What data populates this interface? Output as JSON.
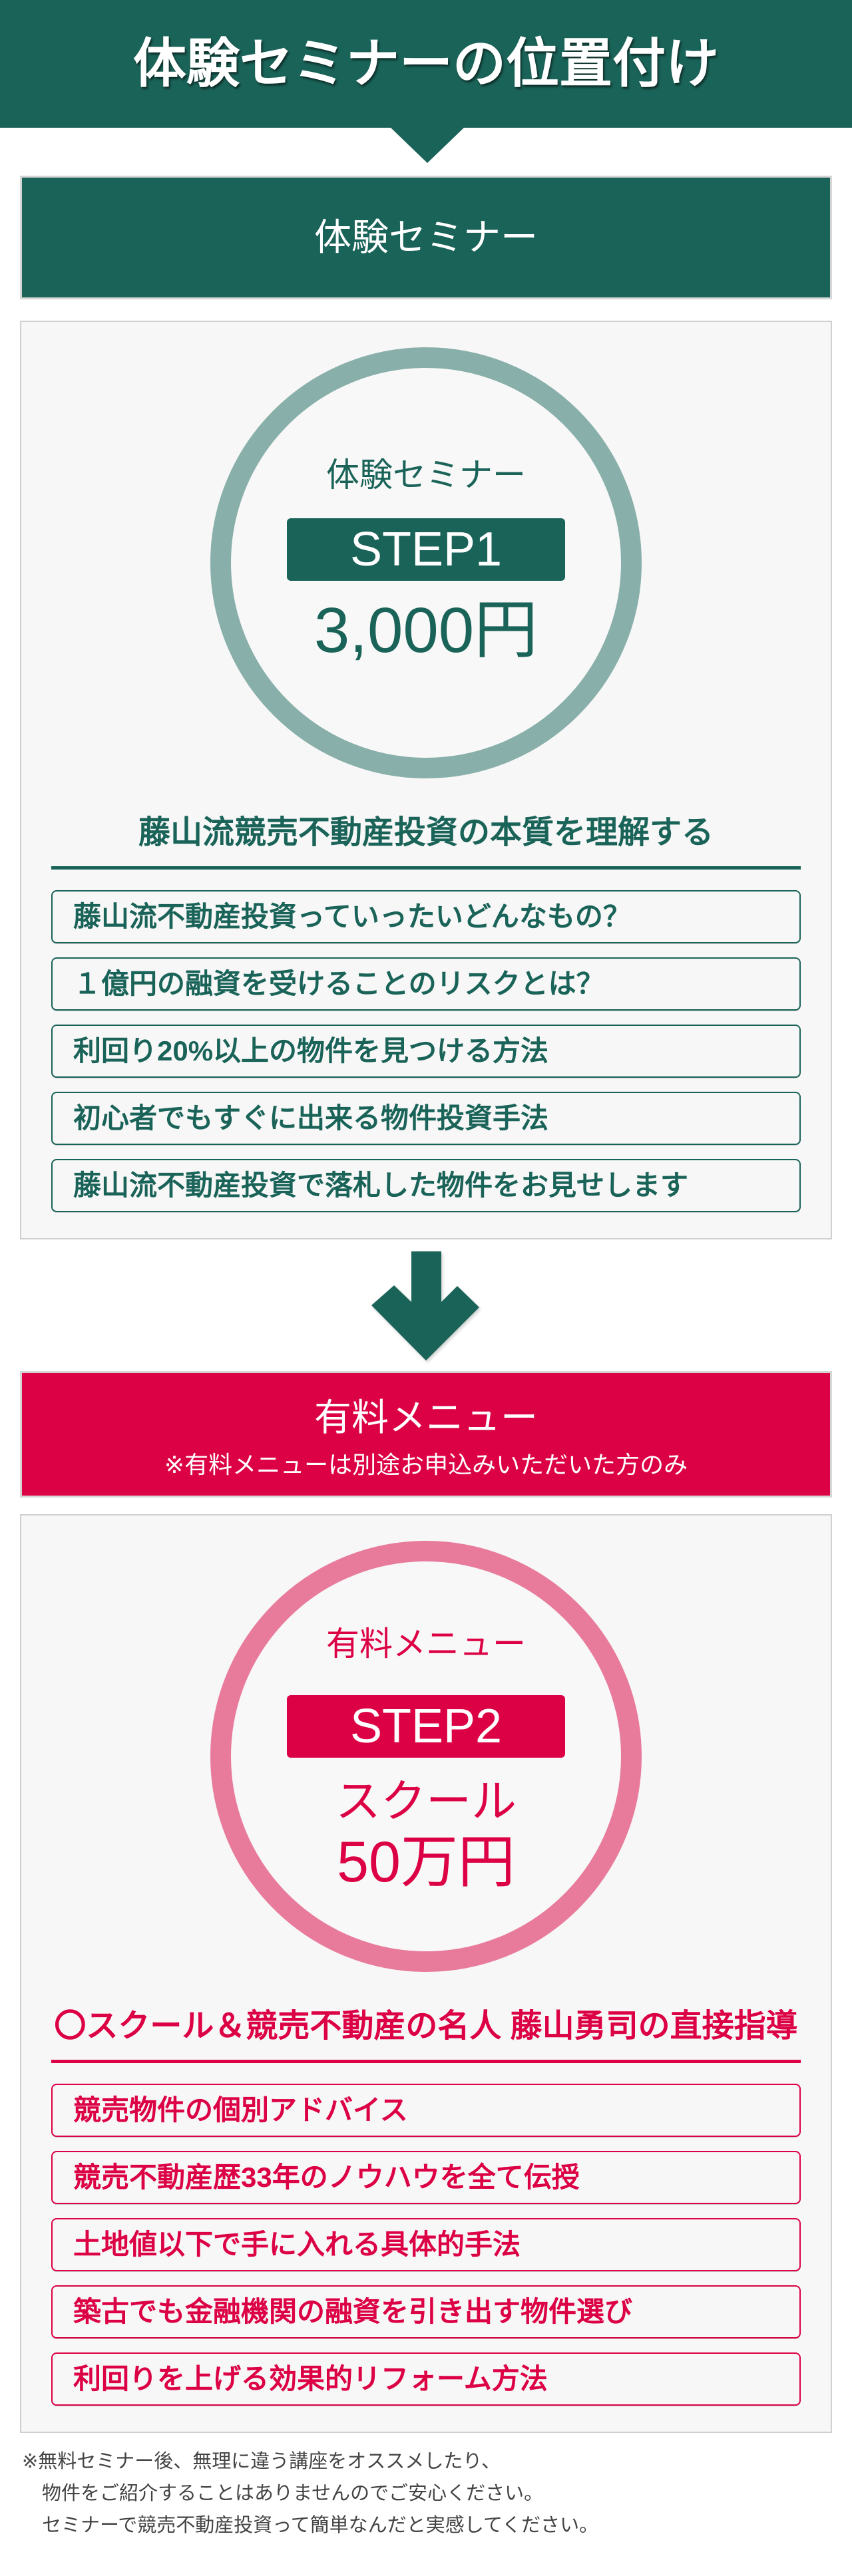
{
  "header": {
    "title": "体験セミナーの位置付け"
  },
  "colors": {
    "green": "#1a6358",
    "green_ring": "#88afa9",
    "red": "#dc0044",
    "pink_ring": "#e87b9c",
    "card_bg": "#f7f7f7"
  },
  "icons": {
    "pointer": "triangle-down",
    "flow_arrow": "arrow-down"
  },
  "step1": {
    "band_title": "体験セミナー",
    "circle": {
      "label": "体験セミナー",
      "step": "STEP1",
      "price": "3,000円"
    },
    "heading": "藤山流競売不動産投資の本質を理解する",
    "items": [
      "藤山流不動産投資っていったいどんなもの？",
      "１億円の融資を受けることのリスクとは？",
      "利回り20%以上の物件を見つける方法",
      "初心者でもすぐに出来る物件投資手法",
      "藤山流不動産投資で落札した物件をお見せします"
    ]
  },
  "step2": {
    "band_title": "有料メニュー",
    "band_note": "※有料メニューは別途お申込みいただいた方のみ",
    "circle": {
      "label": "有料メニュー",
      "step": "STEP2",
      "course": "スクール",
      "price": "50万円"
    },
    "heading": "〇スクール＆競売不動産の名人 藤山勇司の直接指導",
    "items": [
      "競売物件の個別アドバイス",
      "競売不動産歴33年のノウハウを全て伝授",
      "土地値以下で手に入れる具体的手法",
      "築古でも金融機関の融資を引き出す物件選び",
      "利回りを上げる効果的リフォーム方法"
    ]
  },
  "footnote": {
    "lines": [
      "※無料セミナー後、無理に違う講座をオススメしたり、",
      "物件をご紹介することはありませんのでご安心ください。",
      "セミナーで競売不動産投資って簡単なんだと実感してください。"
    ]
  }
}
